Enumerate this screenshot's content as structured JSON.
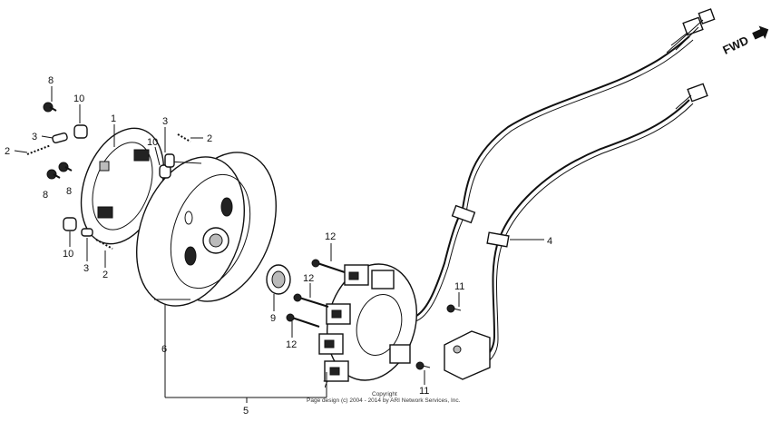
{
  "diagram": {
    "direction_label": "FWD",
    "copyright": {
      "line1": "Copyright",
      "line2": "Page design (c) 2004 - 2014 by ARI Network Services, Inc."
    },
    "callouts": {
      "flywheel_inner": "1",
      "spring_top": "2",
      "spring_left": "2",
      "spring_bottom": "2",
      "pin_top": "3",
      "pin_left": "3",
      "pin_bottom": "3",
      "pulse_generator": "4",
      "alternator_assy": "5",
      "flywheel": "6",
      "stator": "7",
      "bolt_top": "8",
      "bolt_left_a": "8",
      "bolt_left_b": "8",
      "nut": "9",
      "weight_top": "10",
      "weight_mid": "10",
      "weight_bottom": "10",
      "screw_upper": "11",
      "screw_lower": "11",
      "stator_bolt_top": "12",
      "stator_bolt_mid": "12",
      "stator_bolt_bottom": "12"
    }
  }
}
